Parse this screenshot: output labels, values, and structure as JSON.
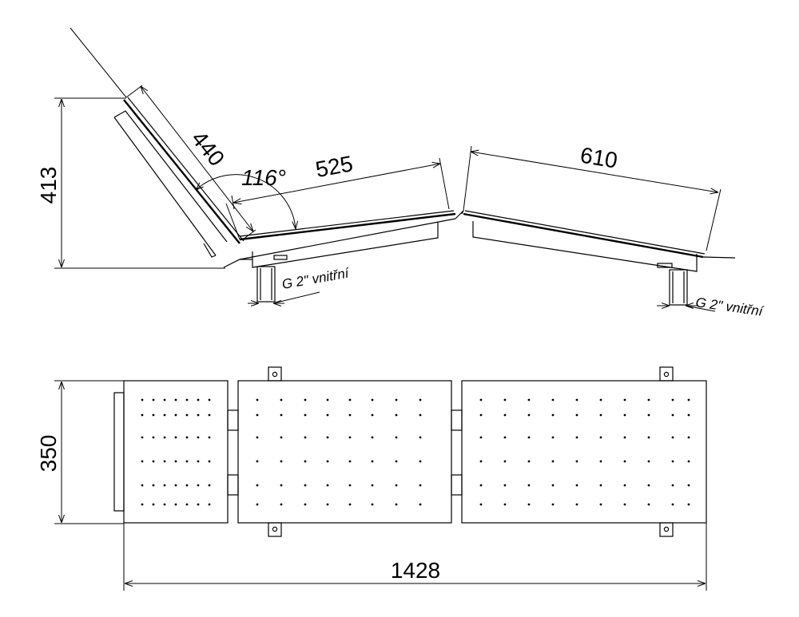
{
  "side_view": {
    "dim_height": "413",
    "dim_back": "440",
    "dim_angle": "116°",
    "dim_middle": "525",
    "dim_right": "610",
    "thread_left": "G 2\" vnitřní",
    "thread_right": "G 2\" vnitřní"
  },
  "plan_view": {
    "dim_width": "350",
    "dim_length": "1428"
  }
}
